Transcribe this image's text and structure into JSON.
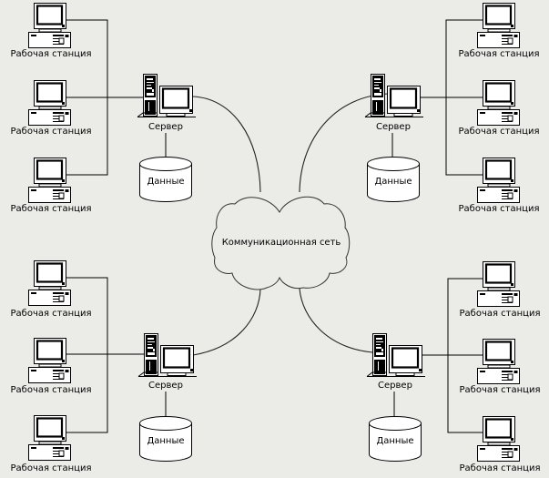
{
  "diagram": {
    "network": {
      "label": "Коммуникационная сеть"
    },
    "clusters": [
      {
        "id": "top-left",
        "server": {
          "label": "Сервер"
        },
        "storage": {
          "label": "Данные"
        },
        "workstations": [
          {
            "label": "Рабочая станция"
          },
          {
            "label": "Рабочая станция"
          },
          {
            "label": "Рабочая станция"
          }
        ]
      },
      {
        "id": "top-right",
        "server": {
          "label": "Сервер"
        },
        "storage": {
          "label": "Данные"
        },
        "workstations": [
          {
            "label": "Рабочая станция"
          },
          {
            "label": "Рабочая станция"
          },
          {
            "label": "Рабочая станция"
          }
        ]
      },
      {
        "id": "bottom-left",
        "server": {
          "label": "Сервер"
        },
        "storage": {
          "label": "Данные"
        },
        "workstations": [
          {
            "label": "Рабочая станция"
          },
          {
            "label": "Рабочая станция"
          },
          {
            "label": "Рабочая станция"
          }
        ]
      },
      {
        "id": "bottom-right",
        "server": {
          "label": "Сервер"
        },
        "storage": {
          "label": "Данные"
        },
        "workstations": [
          {
            "label": "Рабочая станция"
          },
          {
            "label": "Рабочая станция"
          },
          {
            "label": "Рабочая станция"
          }
        ]
      }
    ]
  }
}
